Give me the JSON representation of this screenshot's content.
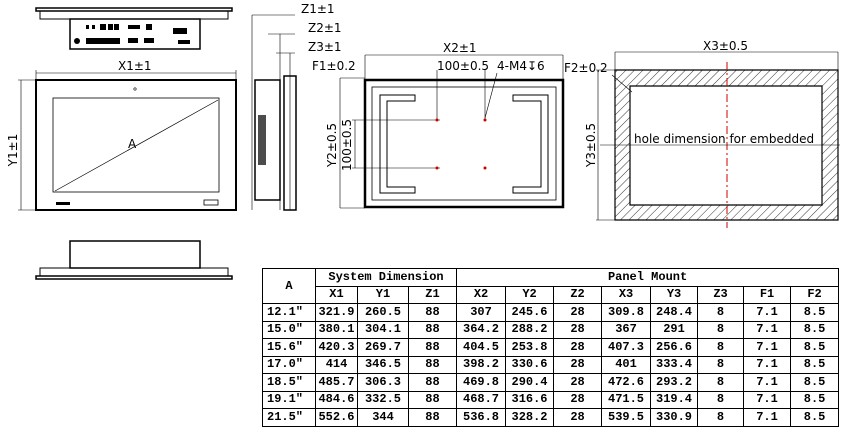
{
  "drawing": {
    "labels": {
      "x1": "X1±1",
      "y1": "Y1±1",
      "z1": "Z1±1",
      "z2": "Z2±1",
      "z3": "Z3±1",
      "x2": "X2±1",
      "y2": "Y2±0.5",
      "f1": "F1±0.2",
      "hole_spacing_x": "100±0.5",
      "hole_spacing_y": "100±0.5",
      "screw": "4-M4↧6",
      "x3": "X3±0.5",
      "y3": "Y3±0.5",
      "f2": "F2±0.2",
      "hole_note": "hole dimension for embedded",
      "diagonal": "A"
    }
  },
  "table": {
    "corner": "A",
    "group_system": "System Dimension",
    "group_panel": "Panel Mount",
    "columns": [
      "X1",
      "Y1",
      "Z1",
      "X2",
      "Y2",
      "Z2",
      "X3",
      "Y3",
      "Z3",
      "F1",
      "F2"
    ],
    "rows": [
      [
        "12.1\"",
        "321.9",
        "260.5",
        "88",
        "307",
        "245.6",
        "28",
        "309.8",
        "248.4",
        "8",
        "7.1",
        "8.5"
      ],
      [
        "15.0\"",
        "380.1",
        "304.1",
        "88",
        "364.2",
        "288.2",
        "28",
        "367",
        "291",
        "8",
        "7.1",
        "8.5"
      ],
      [
        "15.6\"",
        "420.3",
        "269.7",
        "88",
        "404.5",
        "253.8",
        "28",
        "407.3",
        "256.6",
        "8",
        "7.1",
        "8.5"
      ],
      [
        "17.0\"",
        "414",
        "346.5",
        "88",
        "398.2",
        "330.6",
        "28",
        "401",
        "333.4",
        "8",
        "7.1",
        "8.5"
      ],
      [
        "18.5\"",
        "485.7",
        "306.3",
        "88",
        "469.8",
        "290.4",
        "28",
        "472.6",
        "293.2",
        "8",
        "7.1",
        "8.5"
      ],
      [
        "19.1\"",
        "484.6",
        "332.5",
        "88",
        "468.7",
        "316.6",
        "28",
        "471.5",
        "319.4",
        "8",
        "7.1",
        "8.5"
      ],
      [
        "21.5\"",
        "552.6",
        "344",
        "88",
        "536.8",
        "328.2",
        "28",
        "539.5",
        "330.9",
        "8",
        "7.1",
        "8.5"
      ]
    ]
  },
  "colors": {
    "line": "#000000",
    "centerline": "#cc0000"
  }
}
